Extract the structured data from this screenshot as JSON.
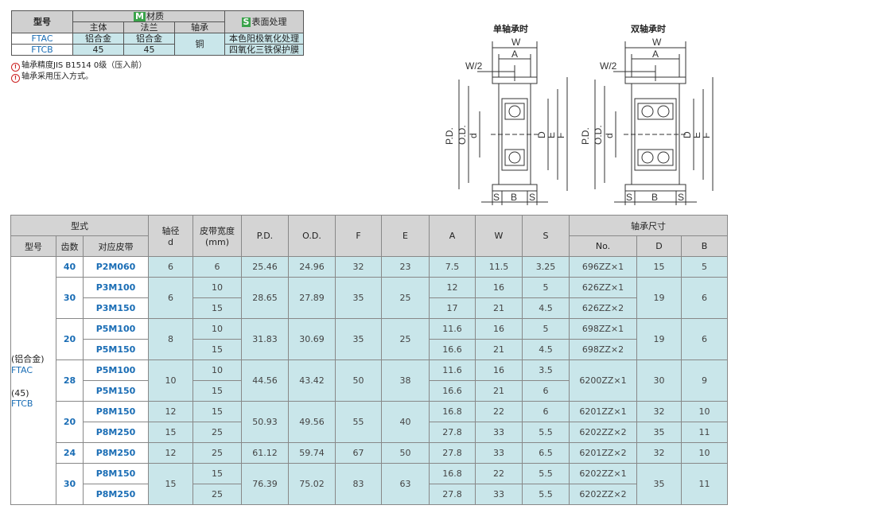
{
  "material_table": {
    "col_model": "型号",
    "material_badge": "M",
    "material_title": "材质",
    "surface_badge": "S",
    "surface_title": "表面处理",
    "sub_body": "主体",
    "sub_flange": "法兰",
    "sub_bearing": "轴承",
    "rows": [
      {
        "model": "FTAC",
        "body": "铝合金",
        "flange": "铝合金",
        "surface": "本色阳极氧化处理"
      },
      {
        "model": "FTCB",
        "body": "45",
        "flange": "45",
        "surface": "四氧化三铁保护膜"
      }
    ],
    "bearing_value": "铜"
  },
  "notes": [
    {
      "icon": "!",
      "text": "轴承精度JIS B1514 0级（压入前）"
    },
    {
      "icon": "!",
      "text": "轴承采用压入方式。"
    }
  ],
  "drawings": {
    "single_title": "单轴承时",
    "double_title": "双轴承时",
    "labels": {
      "W": "W",
      "A": "A",
      "W2": "W/2",
      "PD": "P.D.",
      "OD": "O.D.",
      "d": "d",
      "D": "D",
      "E": "E",
      "F": "F",
      "S": "S",
      "B": "B"
    }
  },
  "table": {
    "h_type": "型式",
    "h_shaft": "轴径",
    "h_shaft2": "d",
    "h_belt": "皮带宽度",
    "h_belt2": "(mm)",
    "h_pd": "P.D.",
    "h_od": "O.D.",
    "h_f": "F",
    "h_e": "E",
    "h_a": "A",
    "h_w": "W",
    "h_s": "S",
    "h_bearing": "轴承尺寸",
    "h_model": "型号",
    "h_teeth": "齿数",
    "h_belt_type": "对应皮带",
    "h_no": "No.",
    "h_D": "D",
    "h_B": "B",
    "model_label1": "(铝合金)",
    "model_name1": "FTAC",
    "model_label2": "(45)",
    "model_name2": "FTCB",
    "groups": [
      {
        "teeth": "40",
        "rows": [
          {
            "belt": "P2M060",
            "bw": "6",
            "A": "7.5",
            "W": "11.5",
            "S": "3.25",
            "no": "696ZZ×1"
          }
        ],
        "d": [
          "6"
        ],
        "pd": "25.46",
        "od": "24.96",
        "F": "32",
        "E": "23",
        "D": "15",
        "B": "5"
      },
      {
        "teeth": "30",
        "rows": [
          {
            "belt": "P3M100",
            "bw": "10",
            "A": "12",
            "W": "16",
            "S": "5",
            "no": "626ZZ×1"
          },
          {
            "belt": "P3M150",
            "bw": "15",
            "A": "17",
            "W": "21",
            "S": "4.5",
            "no": "626ZZ×2"
          }
        ],
        "d": [
          "6"
        ],
        "pd": "28.65",
        "od": "27.89",
        "F": "35",
        "E": "25",
        "D": "19",
        "B": "6"
      },
      {
        "teeth": "20",
        "rows": [
          {
            "belt": "P5M100",
            "bw": "10",
            "A": "11.6",
            "W": "16",
            "S": "5",
            "no": "698ZZ×1"
          },
          {
            "belt": "P5M150",
            "bw": "15",
            "A": "16.6",
            "W": "21",
            "S": "4.5",
            "no": "698ZZ×2"
          }
        ],
        "d": [
          "8"
        ],
        "pd": "31.83",
        "od": "30.69",
        "F": "35",
        "E": "25",
        "D": "19",
        "B": "6"
      },
      {
        "teeth": "28",
        "rows": [
          {
            "belt": "P5M100",
            "bw": "10",
            "A": "11.6",
            "W": "16",
            "S": "3.5",
            "no": "6200ZZ×1"
          },
          {
            "belt": "P5M150",
            "bw": "15",
            "A": "16.6",
            "W": "21",
            "S": "6",
            "no": ""
          }
        ],
        "d": [
          "10"
        ],
        "pd": "44.56",
        "od": "43.42",
        "F": "50",
        "E": "38",
        "D": "30",
        "B": "9"
      },
      {
        "teeth": "20",
        "rows": [
          {
            "belt": "P8M150",
            "bw": "15",
            "A": "16.8",
            "W": "22",
            "S": "6",
            "no": "6201ZZ×1",
            "d": "12",
            "D": "32",
            "B": "10"
          },
          {
            "belt": "P8M250",
            "bw": "25",
            "A": "27.8",
            "W": "33",
            "S": "5.5",
            "no": "6202ZZ×2",
            "d": "15",
            "D": "35",
            "B": "11"
          }
        ],
        "pd": "50.93",
        "od": "49.56",
        "F": "55",
        "E": "40"
      },
      {
        "teeth": "24",
        "rows": [
          {
            "belt": "P8M250",
            "bw": "25",
            "A": "27.8",
            "W": "33",
            "S": "6.5",
            "no": "6201ZZ×2"
          }
        ],
        "d": [
          "12"
        ],
        "pd": "61.12",
        "od": "59.74",
        "F": "67",
        "E": "50",
        "D": "32",
        "B": "10"
      },
      {
        "teeth": "30",
        "rows": [
          {
            "belt": "P8M150",
            "bw": "15",
            "A": "16.8",
            "W": "22",
            "S": "5.5",
            "no": "6202ZZ×1"
          },
          {
            "belt": "P8M250",
            "bw": "25",
            "A": "27.8",
            "W": "33",
            "S": "5.5",
            "no": "6202ZZ×2"
          }
        ],
        "d": [
          "15"
        ],
        "pd": "76.39",
        "od": "75.02",
        "F": "83",
        "E": "63",
        "D": "35",
        "B": "11"
      }
    ]
  }
}
